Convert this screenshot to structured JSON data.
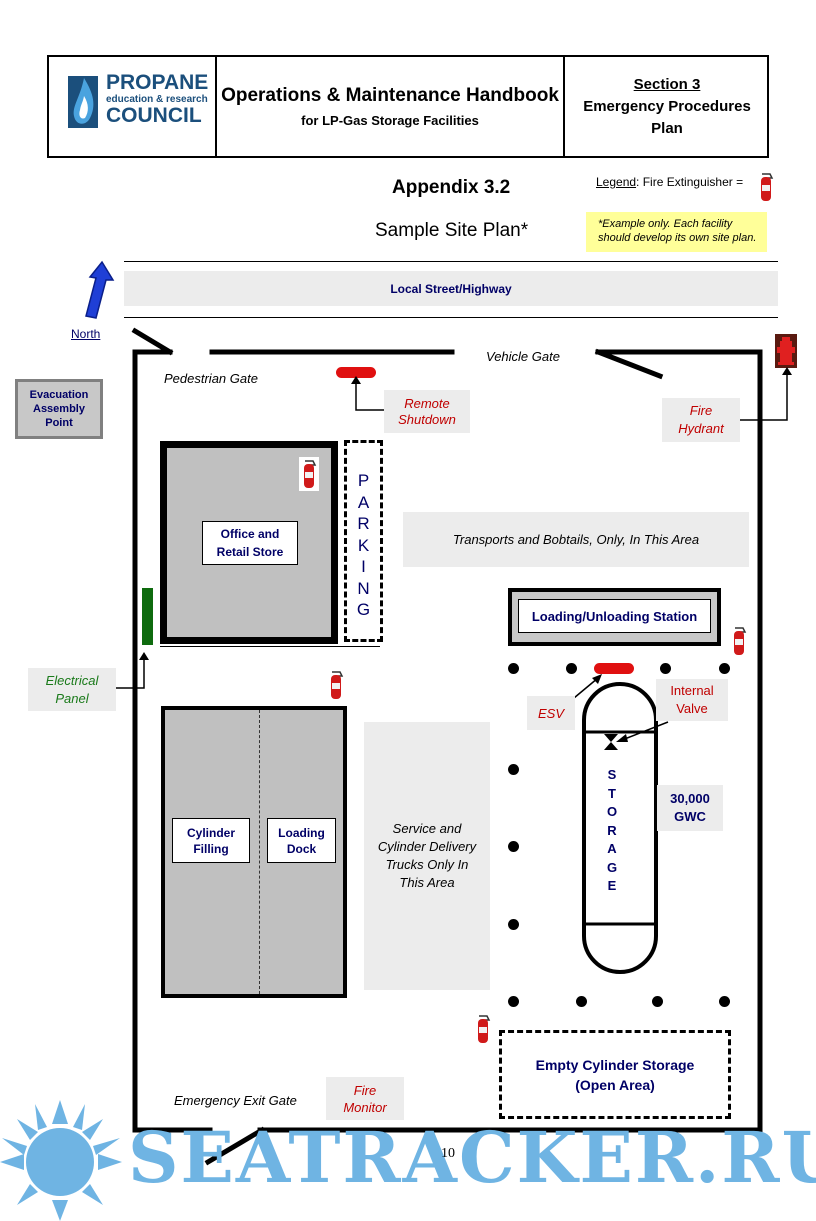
{
  "header": {
    "logo_line1": "PROPANE",
    "logo_line2": "education & research",
    "logo_line3": "COUNCIL",
    "title": "Operations & Maintenance Handbook",
    "subtitle": "for LP-Gas Storage Facilities",
    "section": "Section 3",
    "section_desc_line1": "Emergency Procedures",
    "section_desc_line2": "Plan"
  },
  "appendix": "Appendix 3.2",
  "plan_title": "Sample Site Plan*",
  "legend": {
    "label": "Legend",
    "text": ": Fire Extinguisher  ="
  },
  "note": {
    "line1": "*Example only.  Each facility",
    "line2": "should develop its own site plan."
  },
  "street": "Local Street/Highway",
  "north": "North",
  "evacuation": {
    "line1": "Evacuation",
    "line2": "Assembly",
    "line3": "Point"
  },
  "pedestrian_gate": "Pedestrian Gate",
  "vehicle_gate": "Vehicle Gate",
  "remote_shutdown": {
    "line1": "Remote",
    "line2": "Shutdown"
  },
  "fire_hydrant": {
    "line1": "Fire",
    "line2": "Hydrant"
  },
  "office": {
    "line1": "Office and",
    "line2": "Retail Store"
  },
  "parking_letters": [
    "P",
    "A",
    "R",
    "K",
    "I",
    "N",
    "G"
  ],
  "transports": "Transports and Bobtails, Only, In This Area",
  "loading_station": "Loading/Unloading Station",
  "electrical_panel": {
    "line1": "Electrical",
    "line2": "Panel"
  },
  "esv": "ESV",
  "internal_valve": {
    "line1": "Internal",
    "line2": "Valve"
  },
  "storage_letters": [
    "S",
    "T",
    "O",
    "R",
    "A",
    "G",
    "E"
  ],
  "capacity": {
    "line1": "30,000",
    "line2": "GWC"
  },
  "cylinder_filling": {
    "line1": "Cylinder",
    "line2": "Filling"
  },
  "loading_dock": {
    "line1": "Loading",
    "line2": "Dock"
  },
  "service_area": {
    "line1": "Service and",
    "line2": "Cylinder Delivery",
    "line3": "Trucks Only In",
    "line4": "This Area"
  },
  "empty_storage": {
    "line1": "Empty Cylinder Storage",
    "line2": "(Open Area)"
  },
  "emergency_exit": "Emergency Exit Gate",
  "fire_monitor": {
    "line1": "Fire",
    "line2": "Monitor"
  },
  "page_number": "10",
  "watermark": "SEATRACKER.RU",
  "colors": {
    "navy": "#000066",
    "red_label": "#c00000",
    "green_label": "#1a7a1a",
    "note_yellow": "#ffff99",
    "watermark": "#6fb4e3",
    "building_gray": "#c0c0c0"
  }
}
